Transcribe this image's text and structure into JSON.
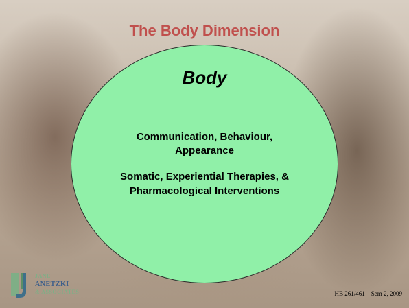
{
  "title": "The Body Dimension",
  "diagram": {
    "heading": "Body",
    "lines": [
      "Communication, Behaviour,",
      "Appearance",
      "Somatic, Experiential Therapies, &",
      "Pharmacological Interventions"
    ],
    "fill_color": "#90f0a8"
  },
  "logo": {
    "text_lines": [
      "JANE",
      "ANETZKI",
      "& ASSOCIATES"
    ]
  },
  "footer": "HB 261/461 – Sem 2, 2009",
  "colors": {
    "title": "#c0504d",
    "logo": "#3e5f8a"
  }
}
